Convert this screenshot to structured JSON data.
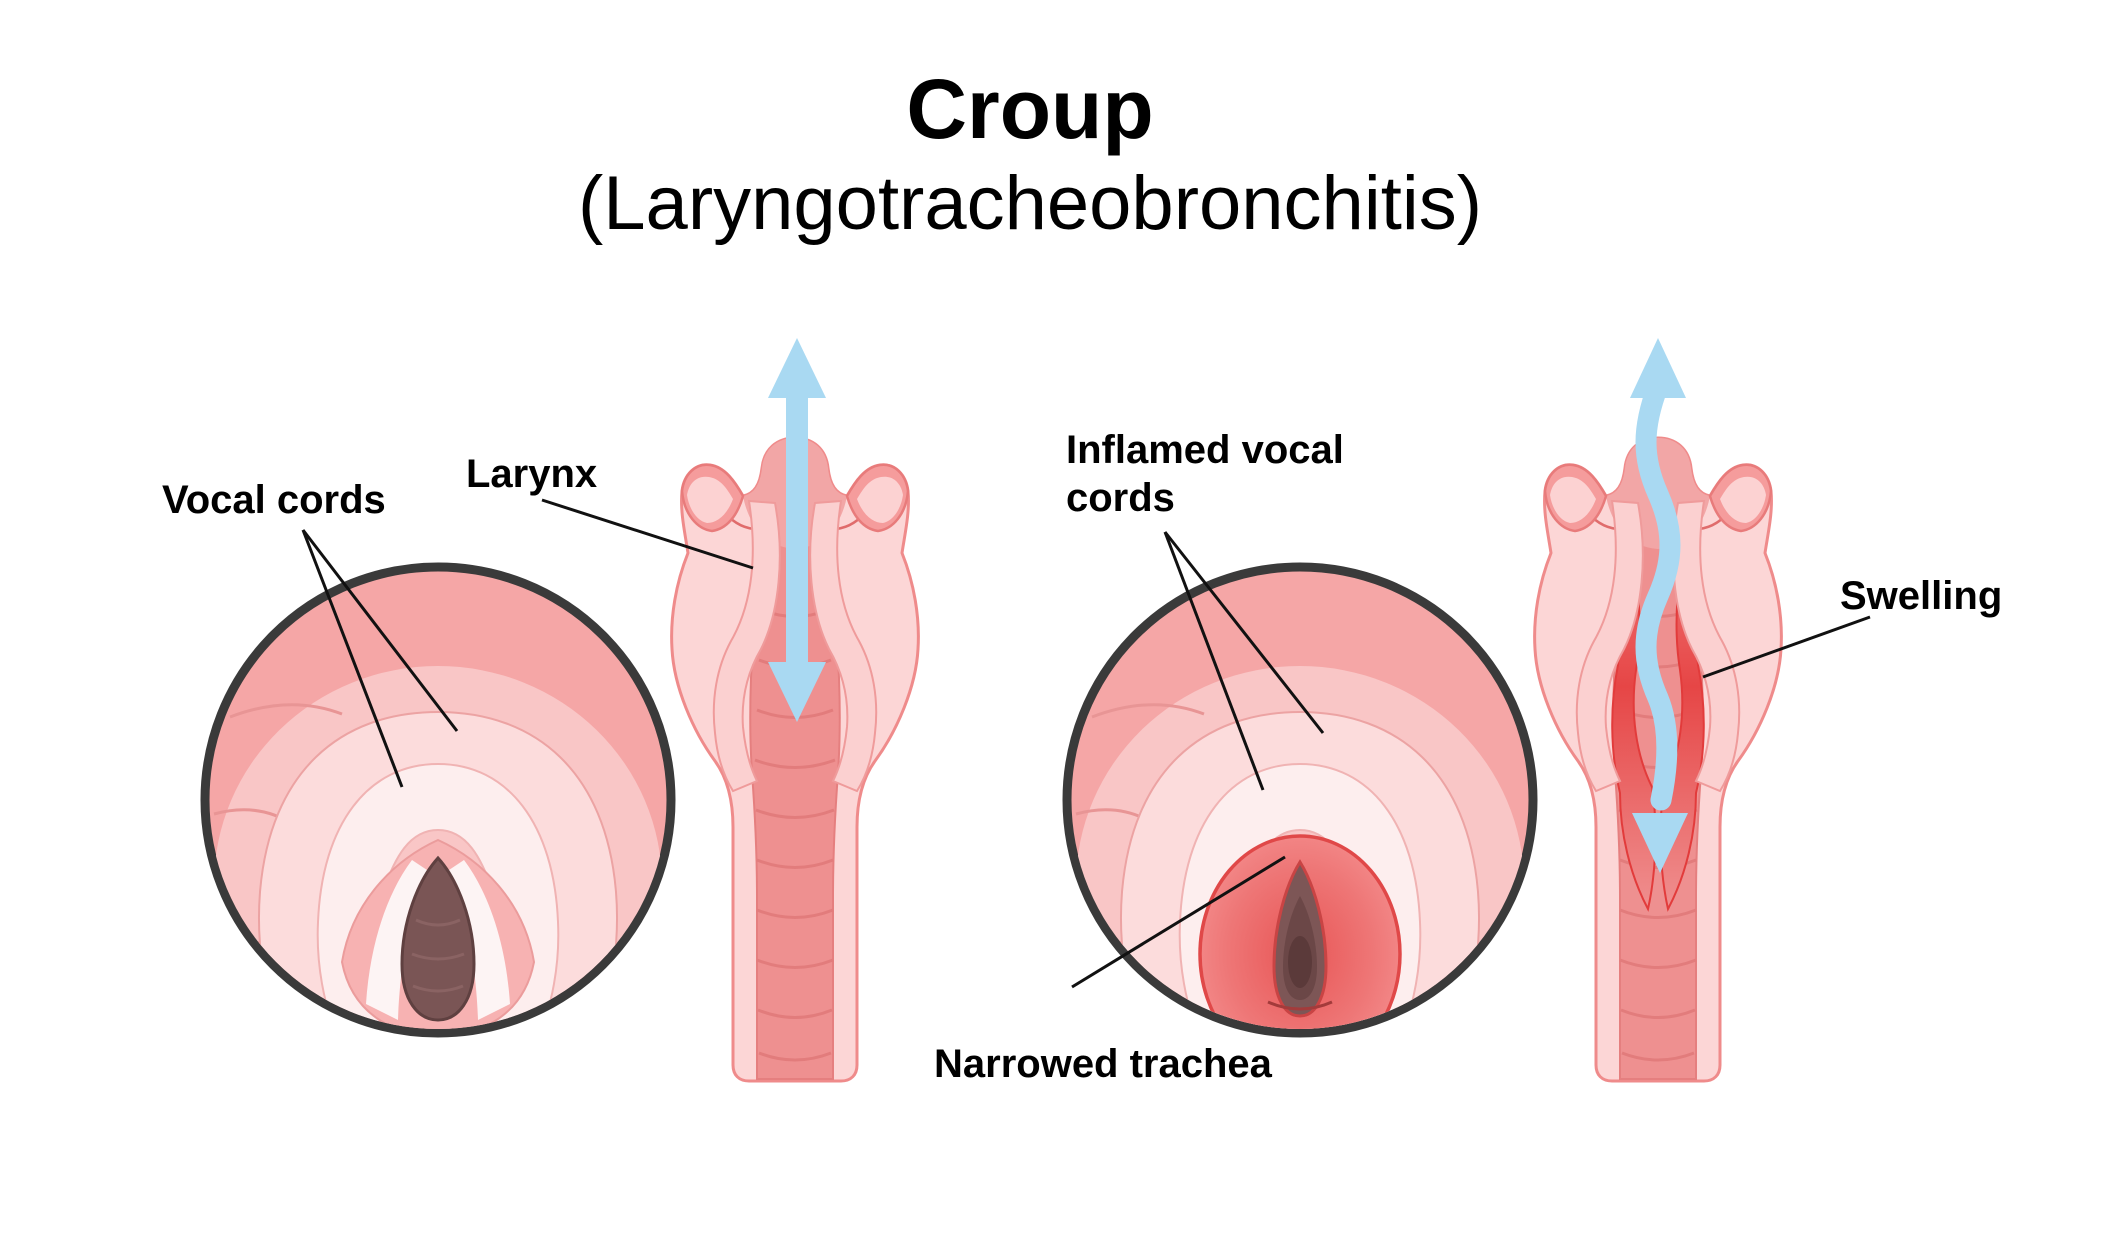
{
  "title": "Croup",
  "subtitle": "(Laryngotracheobronchitis)",
  "labels": {
    "vocal_cords": "Vocal cords",
    "larynx": "Larynx",
    "inflamed_vocal_cords": "Inflamed vocal\ncords",
    "narrowed_trachea": "Narrowed trachea",
    "swelling": "Swelling"
  },
  "icons": {
    "airflow-arrow-straight-icon": {
      "shape": "double-headed straight arrow",
      "color": "#a9d9f2"
    },
    "airflow-arrow-wavy-icon": {
      "shape": "double-headed wavy arrow",
      "color": "#a9d9f2"
    },
    "pointer-line": {
      "shape": "thin black annotation line",
      "color": "#111111"
    }
  },
  "colors": {
    "background": "#ffffff",
    "text": "#000000",
    "circle_outline": "#3a3a3a",
    "outer_ring_pink": "#f5a6a6",
    "inner_pink": "#f9c6c6",
    "light_pink": "#fcdcdc",
    "pale_pink": "#fdeeee",
    "cord_white": "#fdf4f4",
    "glottis_dark": "#7a5555",
    "glottis_darker": "#5c3b3b",
    "trachea_wall": "#fcd6d6",
    "airway_salmon": "#ee9090",
    "ring_line": "#e27c7c",
    "horn_salmon": "#f59c9c",
    "salmon_outline": "#ef8b8b",
    "swelling_red": "#e64646",
    "inflamed_mid": "#ef8585",
    "arrow_blue": "#a9d9f2"
  }
}
